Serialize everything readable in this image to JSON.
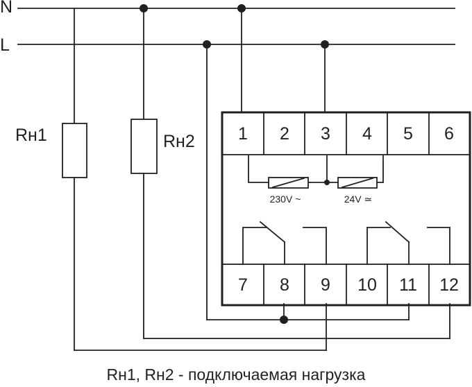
{
  "lines": {
    "neutral": "N",
    "live": "L"
  },
  "loads": {
    "rh1": "Rн1",
    "rh2": "Rн2"
  },
  "terminals_top": [
    "1",
    "2",
    "3",
    "4",
    "5",
    "6"
  ],
  "terminals_bottom": [
    "7",
    "8",
    "9",
    "10",
    "11",
    "12"
  ],
  "coils": {
    "coil1": "230V ~",
    "coil2": "24V ≃"
  },
  "caption": "Rн1, Rн2 - подключаемая нагрузка"
}
